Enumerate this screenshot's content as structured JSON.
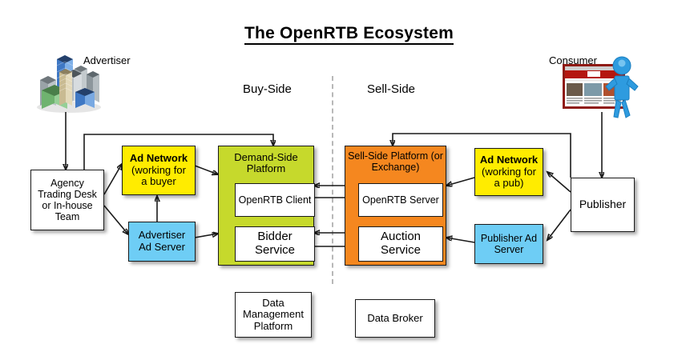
{
  "title": "The OpenRTB Ecosystem",
  "sides": {
    "buy": "Buy-Side",
    "sell": "Sell-Side"
  },
  "captions": {
    "advertiser": "Advertiser",
    "consumer": "Consumer"
  },
  "icons": {
    "advertiser": "office-buildings-icon",
    "consumer": "person-with-webpage-icon"
  },
  "boxes": {
    "agency": "Agency\nTrading Desk\nor In-house\nTeam",
    "ad_network_buyer_line1": "Ad Network",
    "ad_network_buyer_line2": "(working for",
    "ad_network_buyer_line3": "a buyer",
    "advertiser_ad_server": "Advertiser\nAd Server",
    "dsp_label": "Demand-Side\nPlatform",
    "openrtb_client": "OpenRTB Client",
    "bidder_service": "Bidder\nService",
    "ssp_label": "Sell-Side Platform (or\nExchange)",
    "openrtb_server": "OpenRTB Server",
    "auction_service": "Auction\nService",
    "ad_network_pub_line1": "Ad Network",
    "ad_network_pub_line2": "(working for",
    "ad_network_pub_line3": "a pub)",
    "publisher_ad_server": "Publisher Ad\nServer",
    "publisher": "Publisher",
    "dmp": "Data\nManagement\nPlatform",
    "data_broker": "Data Broker"
  },
  "colors": {
    "yellow": "#ffec00",
    "blue": "#6ecdf5",
    "green": "#c6d92c",
    "orange": "#f5871f",
    "white": "#ffffff",
    "line": "#1a1a1a",
    "divider": "#b8b8b8"
  }
}
